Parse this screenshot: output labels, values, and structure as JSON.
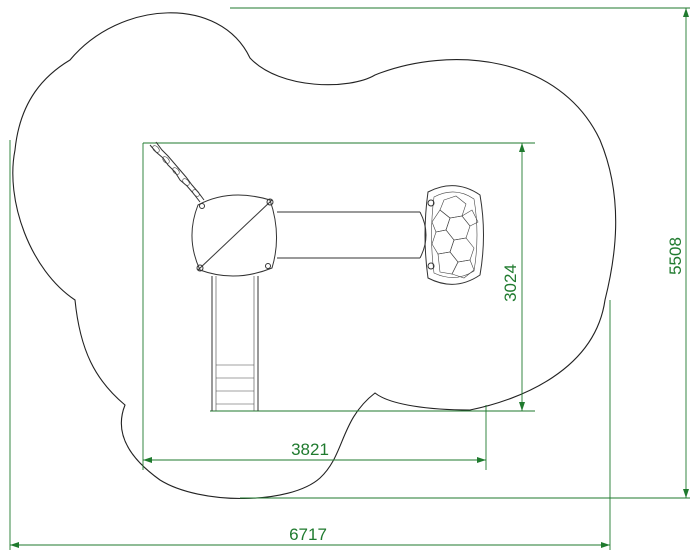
{
  "dimensions": {
    "overall_width": "6717",
    "overall_depth": "5508",
    "equipment_width": "3821",
    "equipment_depth": "3024"
  },
  "colors": {
    "dimension": "#1f7a2e",
    "outline": "#222222",
    "background": "#ffffff"
  }
}
